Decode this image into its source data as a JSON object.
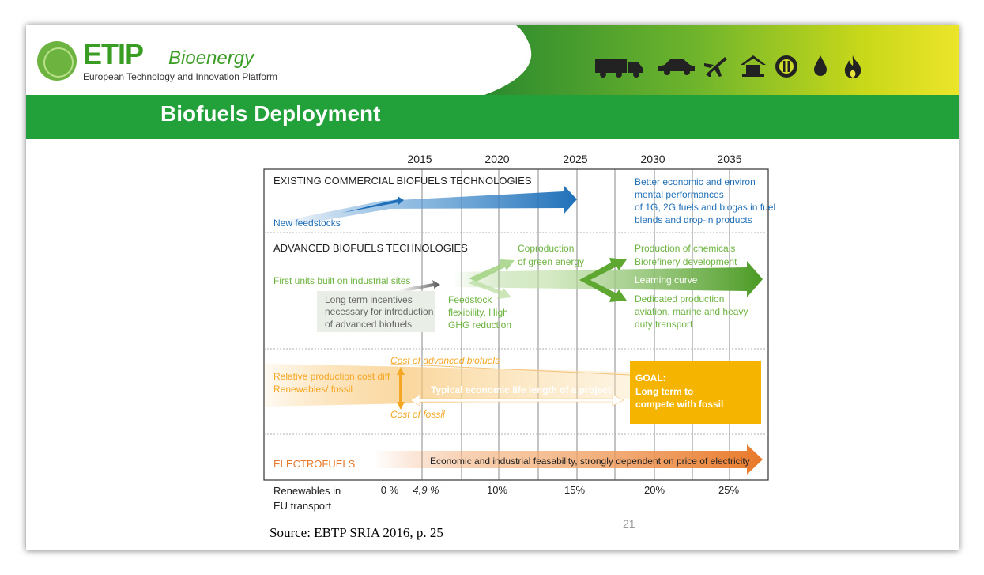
{
  "logo": {
    "name": "ETIP",
    "brand": "Bioenergy",
    "subtitle": "European Technology and Innovation Platform"
  },
  "title": "Biofuels Deployment",
  "header_icons": [
    "truck-icon",
    "car-icon",
    "plane-icon",
    "house-icon",
    "plug-icon",
    "drop-icon",
    "flame-icon"
  ],
  "years": [
    "2015",
    "2020",
    "2025",
    "2030",
    "2035"
  ],
  "sections": {
    "existing": {
      "heading": "EXISTING COMMERCIAL BIOFUELS TECHNOLOGIES",
      "new_feedstocks": "New feedstocks",
      "better_lines": [
        "Better economic and environ",
        "mental performances",
        "of 1G, 2G fuels and biogas in fuel",
        "blends and drop-in products"
      ]
    },
    "advanced": {
      "heading": "ADVANCED BIOFUELS TECHNOLOGIES",
      "first_units": "First units built on industrial sites",
      "incentives_lines": [
        "Long term incentives",
        "necessary for introduction",
        "of advanced biofuels"
      ],
      "feedstock_lines": [
        "Feedstock",
        "flexibility, High",
        "GHG reduction"
      ],
      "coproduction_lines": [
        "Coproduction",
        "of green energy"
      ],
      "chemicals_lines": [
        "Production of chemicals",
        "Biorefinery development"
      ],
      "learning_curve": "Learning curve",
      "dedicated_lines": [
        "Dedicated production",
        "aviation, marine and heavy",
        "duty transport"
      ]
    },
    "cost": {
      "relative_lines": [
        "Relative production cost diff",
        "Renewables/ fossil"
      ],
      "cost_advanced": "Cost of advanced  biofuels",
      "cost_fossil": "Cost of fossil",
      "typical": "Typical economic life length of a project",
      "goal_lines": [
        "GOAL:",
        "Long term to",
        "compete with fossil"
      ]
    },
    "electrofuels": {
      "label": "ELECTROFUELS",
      "text": "Economic and industrial feasability, strongly dependent on price of electricity"
    }
  },
  "footer_axis": {
    "label_lines": [
      "Renewables in",
      "EU transport"
    ],
    "values": [
      "0 %",
      "4,9 %",
      "10%",
      "15%",
      "20%",
      "25%"
    ]
  },
  "source": "Source: EBTP SRIA 2016, p. 25",
  "page_number": "21",
  "colors": {
    "green": "#22a03a",
    "blue": "#1f6fb8",
    "light_green": "#6db33f",
    "orange": "#f5a623",
    "goal": "#f5b400",
    "electro": "#e8792a"
  }
}
